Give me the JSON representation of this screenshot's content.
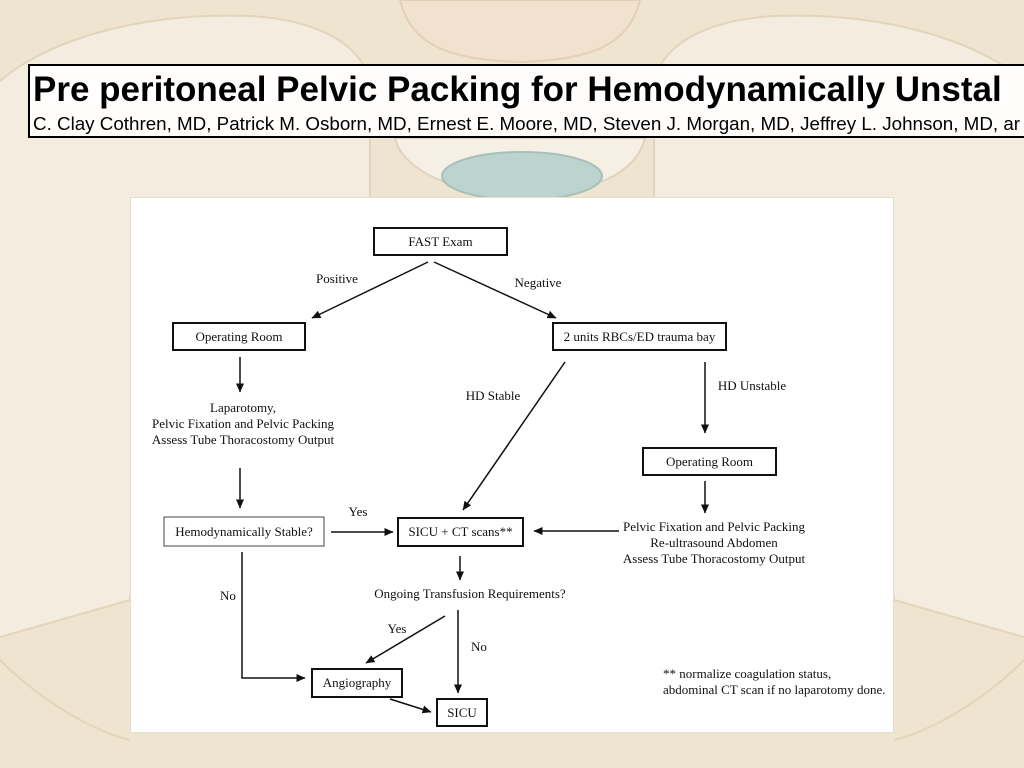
{
  "slide": {
    "title": "Pre peritoneal Pelvic Packing for Hemodynamically Unstal",
    "authors": "C. Clay Cothren, MD, Patrick M. Osborn, MD, Ernest E. Moore, MD, Steven J. Morgan, MD, Jeffrey L. Johnson, MD, ar"
  },
  "flowchart": {
    "nodes": {
      "fast_exam": "FAST Exam",
      "operating_room_left": "Operating Room",
      "rbc_trauma_bay": "2 units RBCs/ED trauma bay",
      "laparotomy": [
        "Laparotomy,",
        "Pelvic Fixation and Pelvic Packing",
        "Assess Tube Thoracostomy Output"
      ],
      "operating_room_right": "Operating Room",
      "pelvic_fixation_right": [
        "Pelvic Fixation and Pelvic Packing",
        "Re-ultrasound Abdomen",
        "Assess Tube Thoracostomy Output"
      ],
      "hemodynamically_stable": "Hemodynamically Stable?",
      "sicu_ct": "SICU + CT scans**",
      "ongoing_transfusion": "Ongoing Transfusion Requirements?",
      "angiography": "Angiography",
      "sicu": "SICU"
    },
    "edge_labels": {
      "positive": "Positive",
      "negative": "Negative",
      "hd_stable": "HD Stable",
      "hd_unstable": "HD Unstable",
      "yes_to_sicu_ct": "Yes",
      "no_to_angiography": "No",
      "yes_to_angiography": "Yes",
      "no_to_sicu": "No"
    },
    "footnote": [
      "** normalize coagulation status,",
      "abdominal CT scan if no laparotomy done."
    ]
  }
}
